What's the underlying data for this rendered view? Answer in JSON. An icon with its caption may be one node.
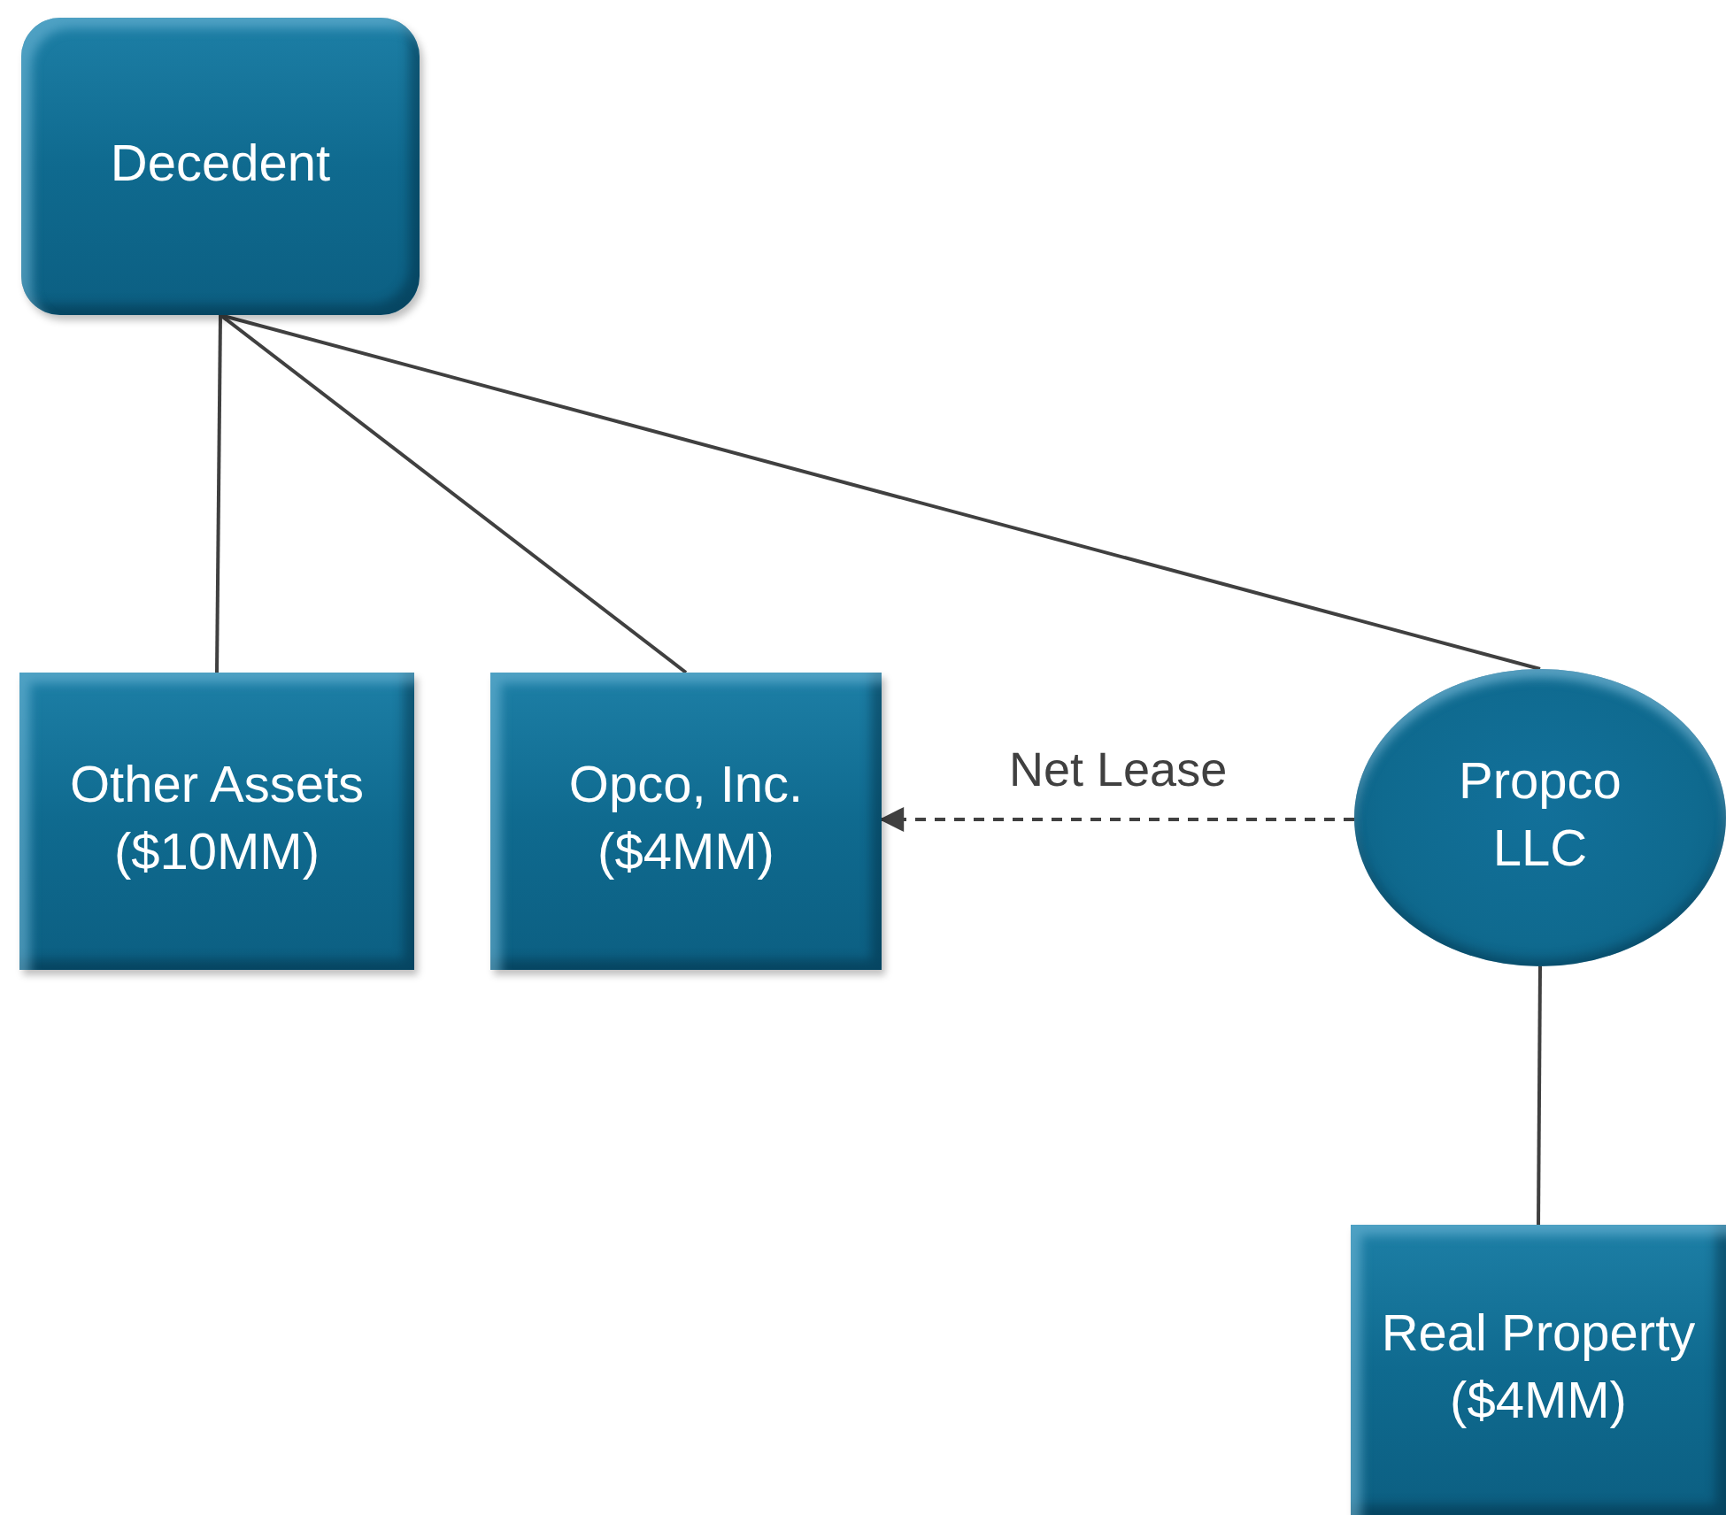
{
  "diagram": {
    "nodes": [
      {
        "text": [
          "Decedent"
        ]
      },
      {
        "text": [
          "Other Assets ($10MM)"
        ]
      },
      {
        "text": [
          "Opco, Inc. ($4MM)"
        ]
      },
      {
        "text": [
          "Propco LLC"
        ]
      },
      {
        "text": [
          "Real Property ($4MM)"
        ]
      }
    ],
    "edges": [
      {
        "from": 0,
        "to": 1,
        "arrow": "none"
      },
      {
        "from": 0,
        "to": 2,
        "arrow": "none"
      },
      {
        "from": 0,
        "to": 3,
        "arrow": "none"
      },
      {
        "from": 3,
        "to": 2,
        "arrow": "to",
        "label": "Net Lease",
        "style": "dashed"
      },
      {
        "from": 3,
        "to": 4,
        "arrow": "none"
      }
    ]
  }
}
